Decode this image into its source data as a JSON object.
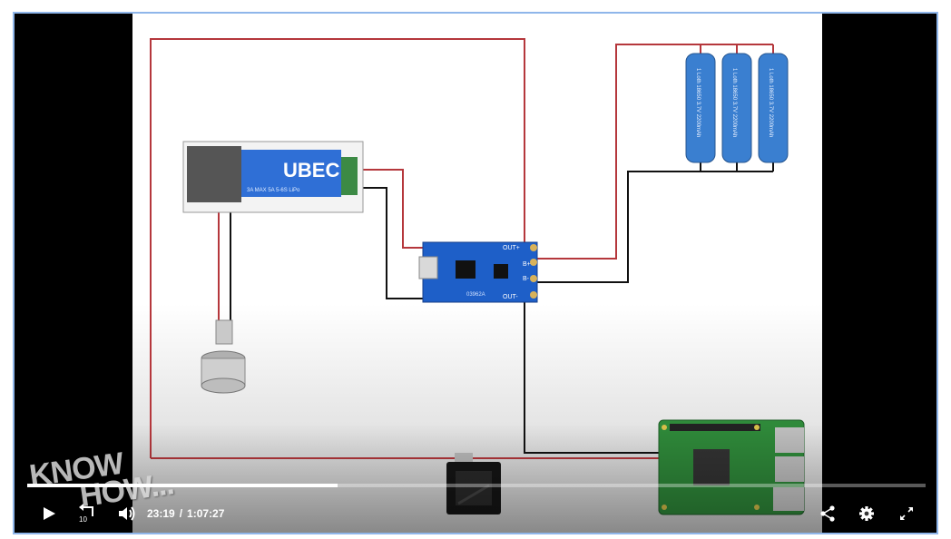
{
  "player": {
    "current_time": "23:19",
    "separator": "/",
    "duration": "1:07:27",
    "progress_fraction": 0.3456,
    "skip_back_seconds": "10",
    "watermark_line1": "KNOW",
    "watermark_line2": "HOW..."
  },
  "icons": [
    "play-icon",
    "skip-back-10-icon",
    "volume-icon",
    "share-icon",
    "gear-icon",
    "fullscreen-icon"
  ],
  "diagram": {
    "ubec_label": "UBEC",
    "ubec_spec": "3A MAX 5A   5-6S LiPo",
    "battery_label": "1 Loth 18650 3.7V 2200mAh",
    "charger_pins": [
      "OUT+",
      "B+",
      "B-",
      "OUT-"
    ],
    "charger_model": "03962A"
  },
  "colors": {
    "wire_red": "#b5373c",
    "wire_black": "#111111",
    "pcb_blue": "#1e5fc8",
    "pcb_green": "#2f8a3a",
    "battery_blue": "#3a7fd0"
  }
}
